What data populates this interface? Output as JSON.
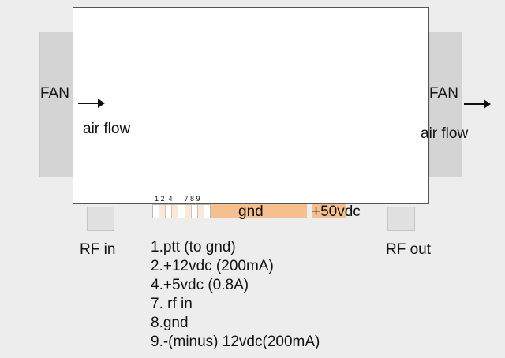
{
  "fans": {
    "left_label": "FAN",
    "right_label": "FAN"
  },
  "airflow": {
    "left_label": "air flow",
    "right_label": "air flow"
  },
  "ports": {
    "rf_in": "RF in",
    "rf_out": "RF out"
  },
  "connector": {
    "pin_numbers": "1 2  4      7 8 9",
    "gnd_label": "gnd",
    "v50_label": "+50vdc"
  },
  "pinout": [
    "1.ptt (to gnd)",
    "2.+12vdc (200mA)",
    "4.+5vdc (0.8A)",
    "7. rf in",
    "8.gnd",
    "9.-(minus) 12vdc(200mA)"
  ]
}
